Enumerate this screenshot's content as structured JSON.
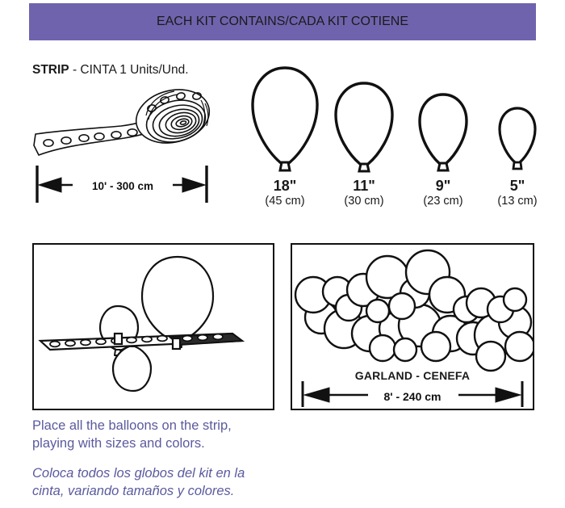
{
  "header": {
    "title_en": "EACH KIT CONTAINS",
    "separator": "/",
    "title_es": "CADA KIT COTIENE",
    "background_color": "#6f63ad",
    "text_color": "#ffffff"
  },
  "strip_section": {
    "heading_bold": "STRIP",
    "heading_rest": " - CINTA 1 Units/Und.",
    "illustration_name": "coiled-perforated-balloon-strip",
    "dimension_label": "10' - 300 cm"
  },
  "balloon_sizes": {
    "items": [
      {
        "size_inches": "18\"",
        "size_cm": "(45 cm)",
        "art": "balloon-18in"
      },
      {
        "size_inches": "11\"",
        "size_cm": "(30 cm)",
        "art": "balloon-11in"
      },
      {
        "size_inches": "9\"",
        "size_cm": "(23 cm)",
        "art": "balloon-9in"
      },
      {
        "size_inches": "5\"",
        "size_cm": "(13 cm)",
        "art": "balloon-5in"
      }
    ]
  },
  "panels": {
    "assembly": {
      "name": "balloons-attached-to-strip-diagram"
    },
    "garland": {
      "name": "assembled-balloon-garland-diagram",
      "label": "GARLAND - CENEFA",
      "dimension_label": "8' - 240 cm"
    }
  },
  "instructions": {
    "english_line1": "Place all the balloons on the strip,",
    "english_line2": "playing with sizes and colors.",
    "spanish_line1": "Coloca todos los globos del kit en la",
    "spanish_line2": "cinta, variando tamaños y colores.",
    "text_color": "#5b5a9e"
  }
}
